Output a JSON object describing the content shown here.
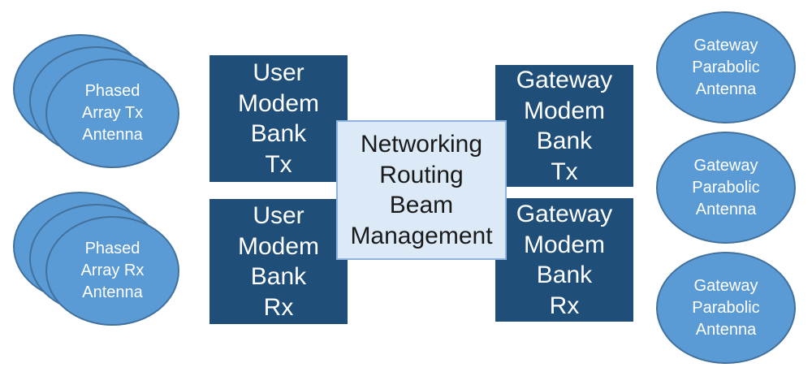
{
  "colors": {
    "antenna_fill": "#5b9bd5",
    "antenna_border": "#41719c",
    "modem_bank_fill": "#1f4e79",
    "center_fill": "#dce9f6",
    "center_border": "#8db3de"
  },
  "phased_array_tx": {
    "label": "Phased\nArray Tx\nAntenna"
  },
  "phased_array_rx": {
    "label": "Phased\nArray Rx\nAntenna"
  },
  "user_modem_tx": {
    "label": "User\nModem\nBank\nTx"
  },
  "user_modem_rx": {
    "label": "User\nModem\nBank\nRx"
  },
  "networking": {
    "label": "Networking\nRouting\nBeam\nManagement"
  },
  "gateway_modem_tx": {
    "label": "Gateway\nModem\nBank\nTx"
  },
  "gateway_modem_rx": {
    "label": "Gateway\nModem\nBank\nRx"
  },
  "gateway_antennas": [
    {
      "label": "Gateway\nParabolic\nAntenna"
    },
    {
      "label": "Gateway\nParabolic\nAntenna"
    },
    {
      "label": "Gateway\nParabolic\nAntenna"
    }
  ]
}
